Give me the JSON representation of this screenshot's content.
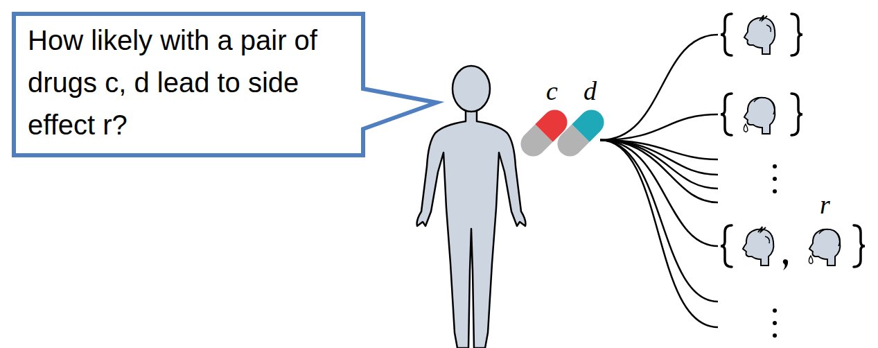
{
  "diagram": {
    "nodes": [
      {
        "text": [
          "How likely with a pair of drugs c, d lead to side effect r?"
        ]
      }
    ],
    "labels": [
      "c",
      "d",
      "r"
    ]
  }
}
